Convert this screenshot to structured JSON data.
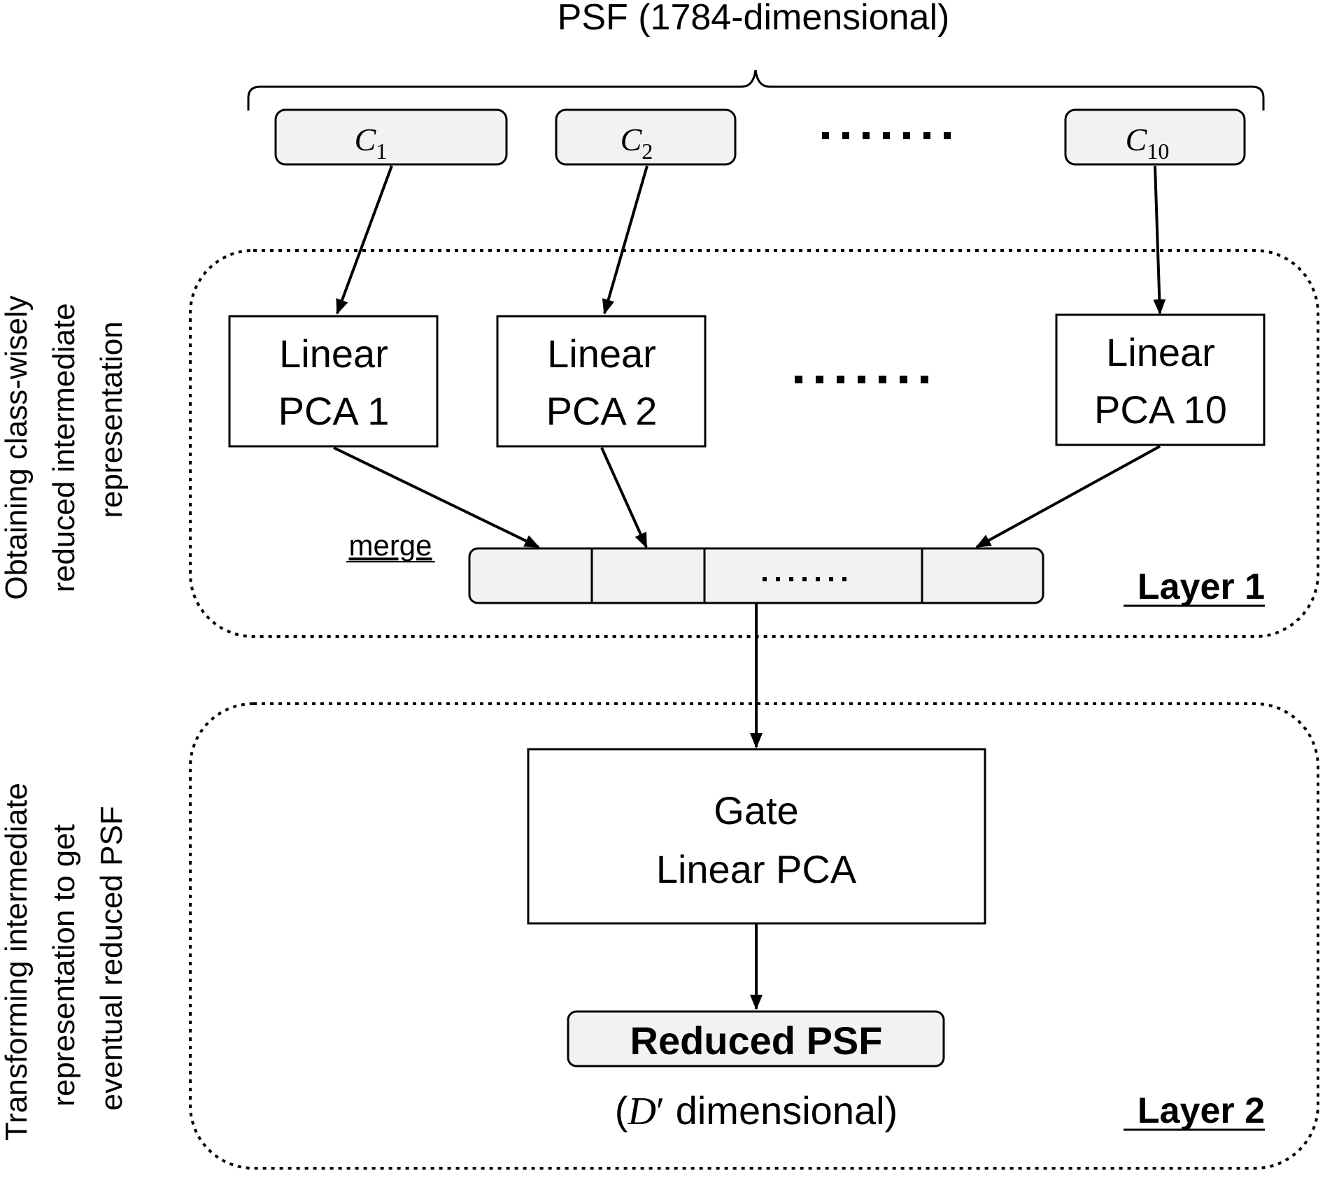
{
  "title": "PSF (1784-dimensional)",
  "classes": [
    {
      "base": "C",
      "sub": "1"
    },
    {
      "base": "C",
      "sub": "2"
    },
    {
      "base": "C",
      "sub": "10"
    }
  ],
  "ellipsis": "·······",
  "layer1": {
    "label": "Layer 1",
    "side_label": [
      "Obtaining class-wisely",
      "reduced intermediate",
      "representation"
    ],
    "pca_boxes": [
      {
        "line1": "Linear",
        "line2": "PCA 1"
      },
      {
        "line1": "Linear",
        "line2": "PCA 2"
      },
      {
        "line1": "Linear",
        "line2": "PCA 10"
      }
    ],
    "merge_label": "merge",
    "merge_ellipsis": "·······"
  },
  "layer2": {
    "label": "Layer 2",
    "side_label": [
      "Transforming  intermediate",
      "representation to get",
      "eventual reduced PSF"
    ],
    "gate": {
      "line1": "Gate",
      "line2": "Linear PCA"
    },
    "output": {
      "label": "Reduced PSF",
      "dim_open": "(",
      "dim_symbol": "D",
      "dim_prime": "′",
      "dim_text": " dimensional)"
    }
  },
  "colors": {
    "stroke": "#000000",
    "box_fill": "#f2f2f2",
    "background": "#ffffff"
  }
}
